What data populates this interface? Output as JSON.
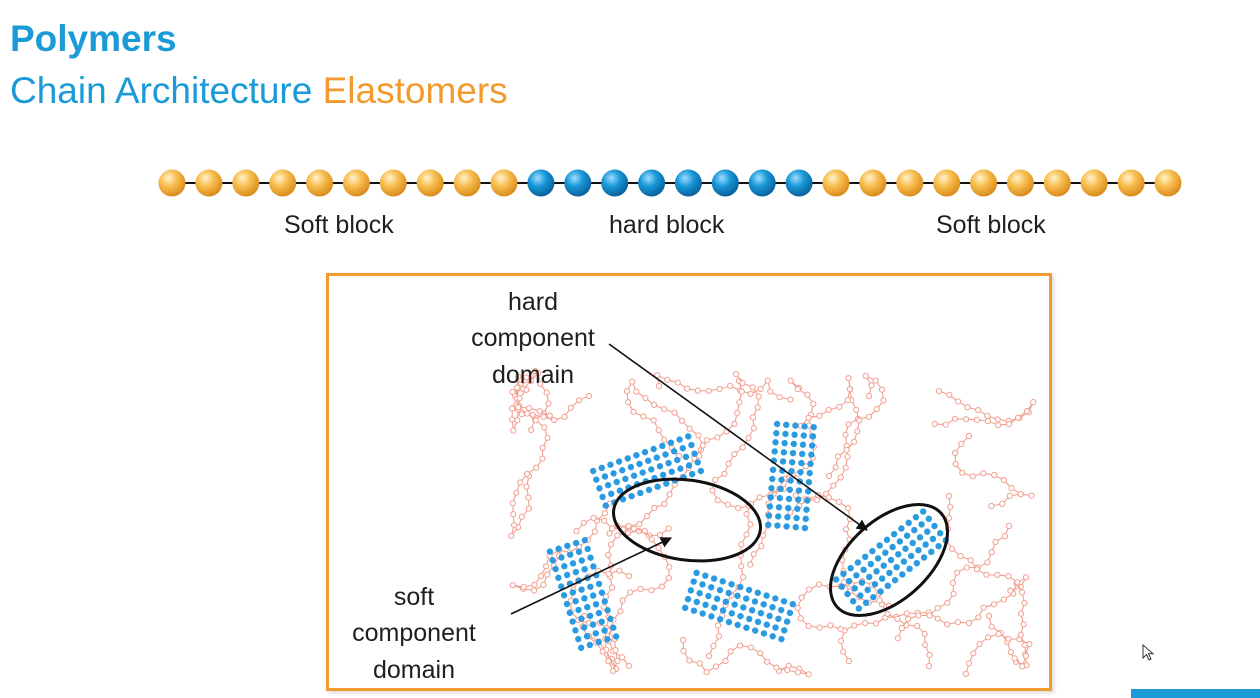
{
  "slide": {
    "title": "Polymers",
    "subtitle_part1": "Chain Architecture",
    "subtitle_part2": "Elastomers"
  },
  "chain": {
    "segments": [
      {
        "type": "soft",
        "count": 10
      },
      {
        "type": "hard",
        "count": 8
      },
      {
        "type": "soft",
        "count": 10
      }
    ],
    "labels": {
      "soft_left": "Soft block",
      "hard": "hard block",
      "soft_right": "Soft block"
    }
  },
  "figure": {
    "hard_label": [
      "hard",
      "component",
      "domain"
    ],
    "soft_label": [
      "soft",
      "component",
      "domain"
    ],
    "hard_domains": [
      {
        "name": "hard-domain-top-left",
        "rows": 5,
        "cols": 12,
        "angle": -20
      },
      {
        "name": "hard-domain-left-vertical",
        "rows": 5,
        "cols": 12,
        "angle": 72
      },
      {
        "name": "hard-domain-center-vertical",
        "rows": 5,
        "cols": 12,
        "angle": -85
      },
      {
        "name": "hard-domain-bottom",
        "rows": 5,
        "cols": 12,
        "angle": 18
      },
      {
        "name": "hard-domain-right-highlighted",
        "rows": 5,
        "cols": 13,
        "angle": -38
      }
    ]
  },
  "colors": {
    "title_blue": "#1a9ad6",
    "accent_orange": "#f29a2e",
    "soft_bead": "#f5b33b",
    "hard_bead": "#1295d4",
    "soft_chain": "#f2a090",
    "hard_dot": "#2a9be0"
  },
  "icons": {
    "cursor": "mouse-pointer-icon"
  }
}
